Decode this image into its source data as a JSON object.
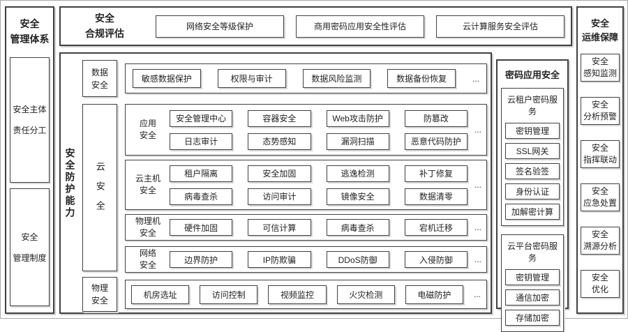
{
  "style": {
    "border_color": "#404040",
    "shadow_color": "#d8d8d8",
    "text_color": "#222222",
    "background": "#ffffff"
  },
  "management": {
    "title": "安全\n管理体系",
    "items": [
      "安全主体\n责任分工",
      "安全\n管理制度"
    ]
  },
  "compliance": {
    "title": "安全\n合规评估",
    "items": [
      "网络安全等级保护",
      "商用密码应用安全性评估",
      "云计算服务安全评估"
    ]
  },
  "protection": {
    "title": "安全防护能力",
    "data_security": {
      "label": "数据\n安全",
      "items": [
        "敏感数据保护",
        "权限与审计",
        "数据风险监测",
        "数据备份恢复"
      ],
      "more": "..."
    },
    "cloud_security": {
      "label": "云安全",
      "app": {
        "label": "应用\n安全",
        "row1": [
          "安全管理中心",
          "容器安全",
          "Web攻击防护",
          "防篡改"
        ],
        "row2": [
          "日志审计",
          "态势感知",
          "漏洞扫描",
          "恶意代码防护"
        ],
        "more": "..."
      },
      "host": {
        "label": "云主机\n安全",
        "row1": [
          "租户隔离",
          "安全加固",
          "逃逸检测",
          "补丁修复"
        ],
        "row2": [
          "病毒查杀",
          "访问审计",
          "镜像安全",
          "数据清零"
        ],
        "more": "..."
      },
      "machine": {
        "label": "物理机\n安全",
        "row1": [
          "硬件加固",
          "可信计算",
          "病毒查杀",
          "宕机迁移"
        ],
        "more": "..."
      },
      "network": {
        "label": "网络\n安全",
        "row1": [
          "边界防护",
          "IP防欺骗",
          "DDoS防御",
          "入侵防御"
        ],
        "more": "..."
      }
    },
    "physical_security": {
      "label": "物理\n安全",
      "items": [
        "机房选址",
        "访问控制",
        "视频监控",
        "火灾检测",
        "电磁防护"
      ],
      "more": "..."
    }
  },
  "crypto": {
    "title": "密码应用安全",
    "tenant": {
      "title": "云租户密码服务",
      "items": [
        "密钥管理",
        "SSL网关",
        "签名验签",
        "身份认证",
        "加解密计算"
      ]
    },
    "platform": {
      "title": "云平台密码服务",
      "items": [
        "密钥管理",
        "通信加密",
        "存储加密"
      ]
    }
  },
  "operations": {
    "title": "安全\n运维保障",
    "items": [
      "安全\n感知监测",
      "安全\n分析预警",
      "安全\n指挥联动",
      "安全\n应急处置",
      "安全\n溯源分析",
      "安全\n优化"
    ]
  }
}
